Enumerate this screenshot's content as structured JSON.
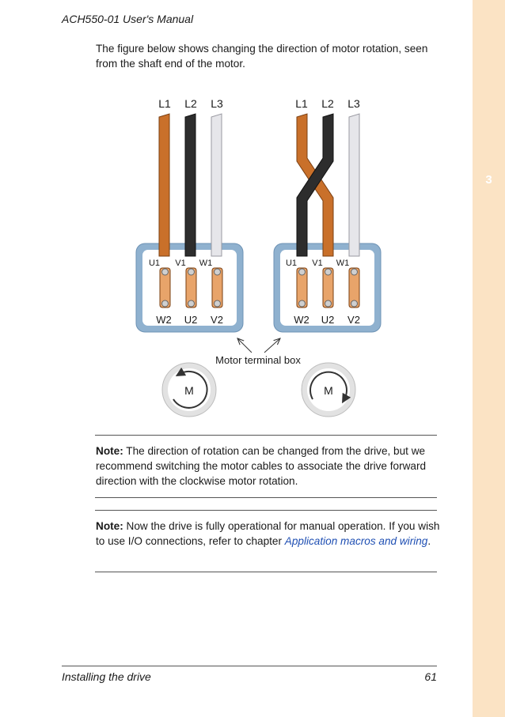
{
  "header": {
    "running_title": "ACH550-01 User's Manual"
  },
  "side_tab": {
    "chapter": "3",
    "color": "#fbe3c4"
  },
  "intro": {
    "text": "The figure below shows changing the direction of motor rotation, seen from the shaft end of the motor."
  },
  "figure": {
    "left_diagram": {
      "line_labels": [
        "L1",
        "L2",
        "L3"
      ],
      "top_terminals": [
        "U1",
        "V1",
        "W1"
      ],
      "bottom_terminals": [
        "W2",
        "U2",
        "V2"
      ],
      "motor_label": "M",
      "rotation": "counter-clockwise"
    },
    "right_diagram": {
      "line_labels": [
        "L1",
        "L2",
        "L3"
      ],
      "top_terminals": [
        "U1",
        "V1",
        "W1"
      ],
      "bottom_terminals": [
        "W2",
        "U2",
        "V2"
      ],
      "motor_label": "M",
      "rotation": "clockwise"
    },
    "callout": "Motor terminal box",
    "colors": {
      "wire_l1": "#c9702a",
      "wire_l2": "#2d2d2d",
      "wire_l3": "#e6e6ea",
      "terminal_box": "#8fb1cf"
    }
  },
  "note1": {
    "label": "Note:",
    "text": " The direction of rotation can be changed from the drive, but we recommend switching the motor cables to associate the drive forward direction with the clockwise motor rotation."
  },
  "note2": {
    "label": "Note:",
    "text_before": " Now the drive is fully operational for manual operation. If you wish to use I/O connections, refer to chapter ",
    "link_text": "Application macros and wiring",
    "text_after": "."
  },
  "footer": {
    "section": "Installing the drive",
    "page_number": "61"
  }
}
